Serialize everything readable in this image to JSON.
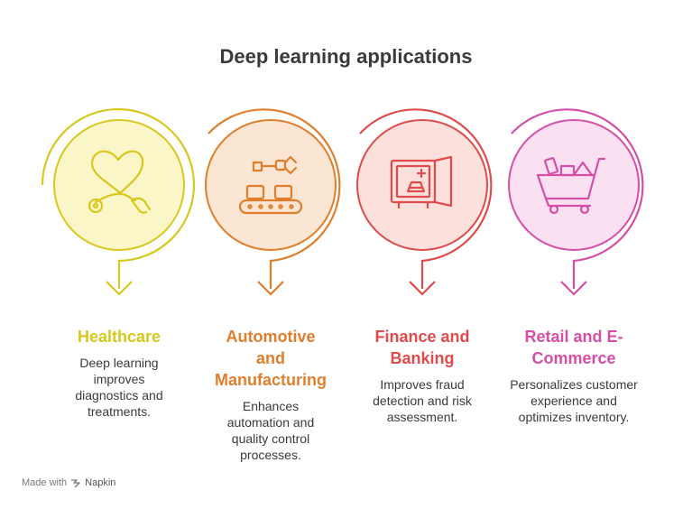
{
  "title": "Deep learning applications",
  "items": [
    {
      "heading": "Healthcare",
      "desc": "Deep learning improves diagnostics and treatments.",
      "color": "#d8c81e",
      "fill": "#fbf6c8",
      "icon": "heart-stethoscope-icon"
    },
    {
      "heading": "Automotive and Manufacturing",
      "desc": "Enhances automation and quality control processes.",
      "color": "#e07e2c",
      "fill": "#fbe6d3",
      "icon": "robotic-arm-conveyor-icon"
    },
    {
      "heading": "Finance and Banking",
      "desc": "Improves fraud detection and risk assessment.",
      "color": "#e04b4b",
      "fill": "#fce0dc",
      "icon": "bank-vault-icon"
    },
    {
      "heading": "Retail and E-Commerce",
      "desc": "Personalizes customer experience and optimizes inventory.",
      "color": "#d64fa6",
      "fill": "#fbe0f1",
      "icon": "shopping-cart-icon"
    }
  ],
  "footer": {
    "made_with": "Made with",
    "brand": "Napkin"
  }
}
